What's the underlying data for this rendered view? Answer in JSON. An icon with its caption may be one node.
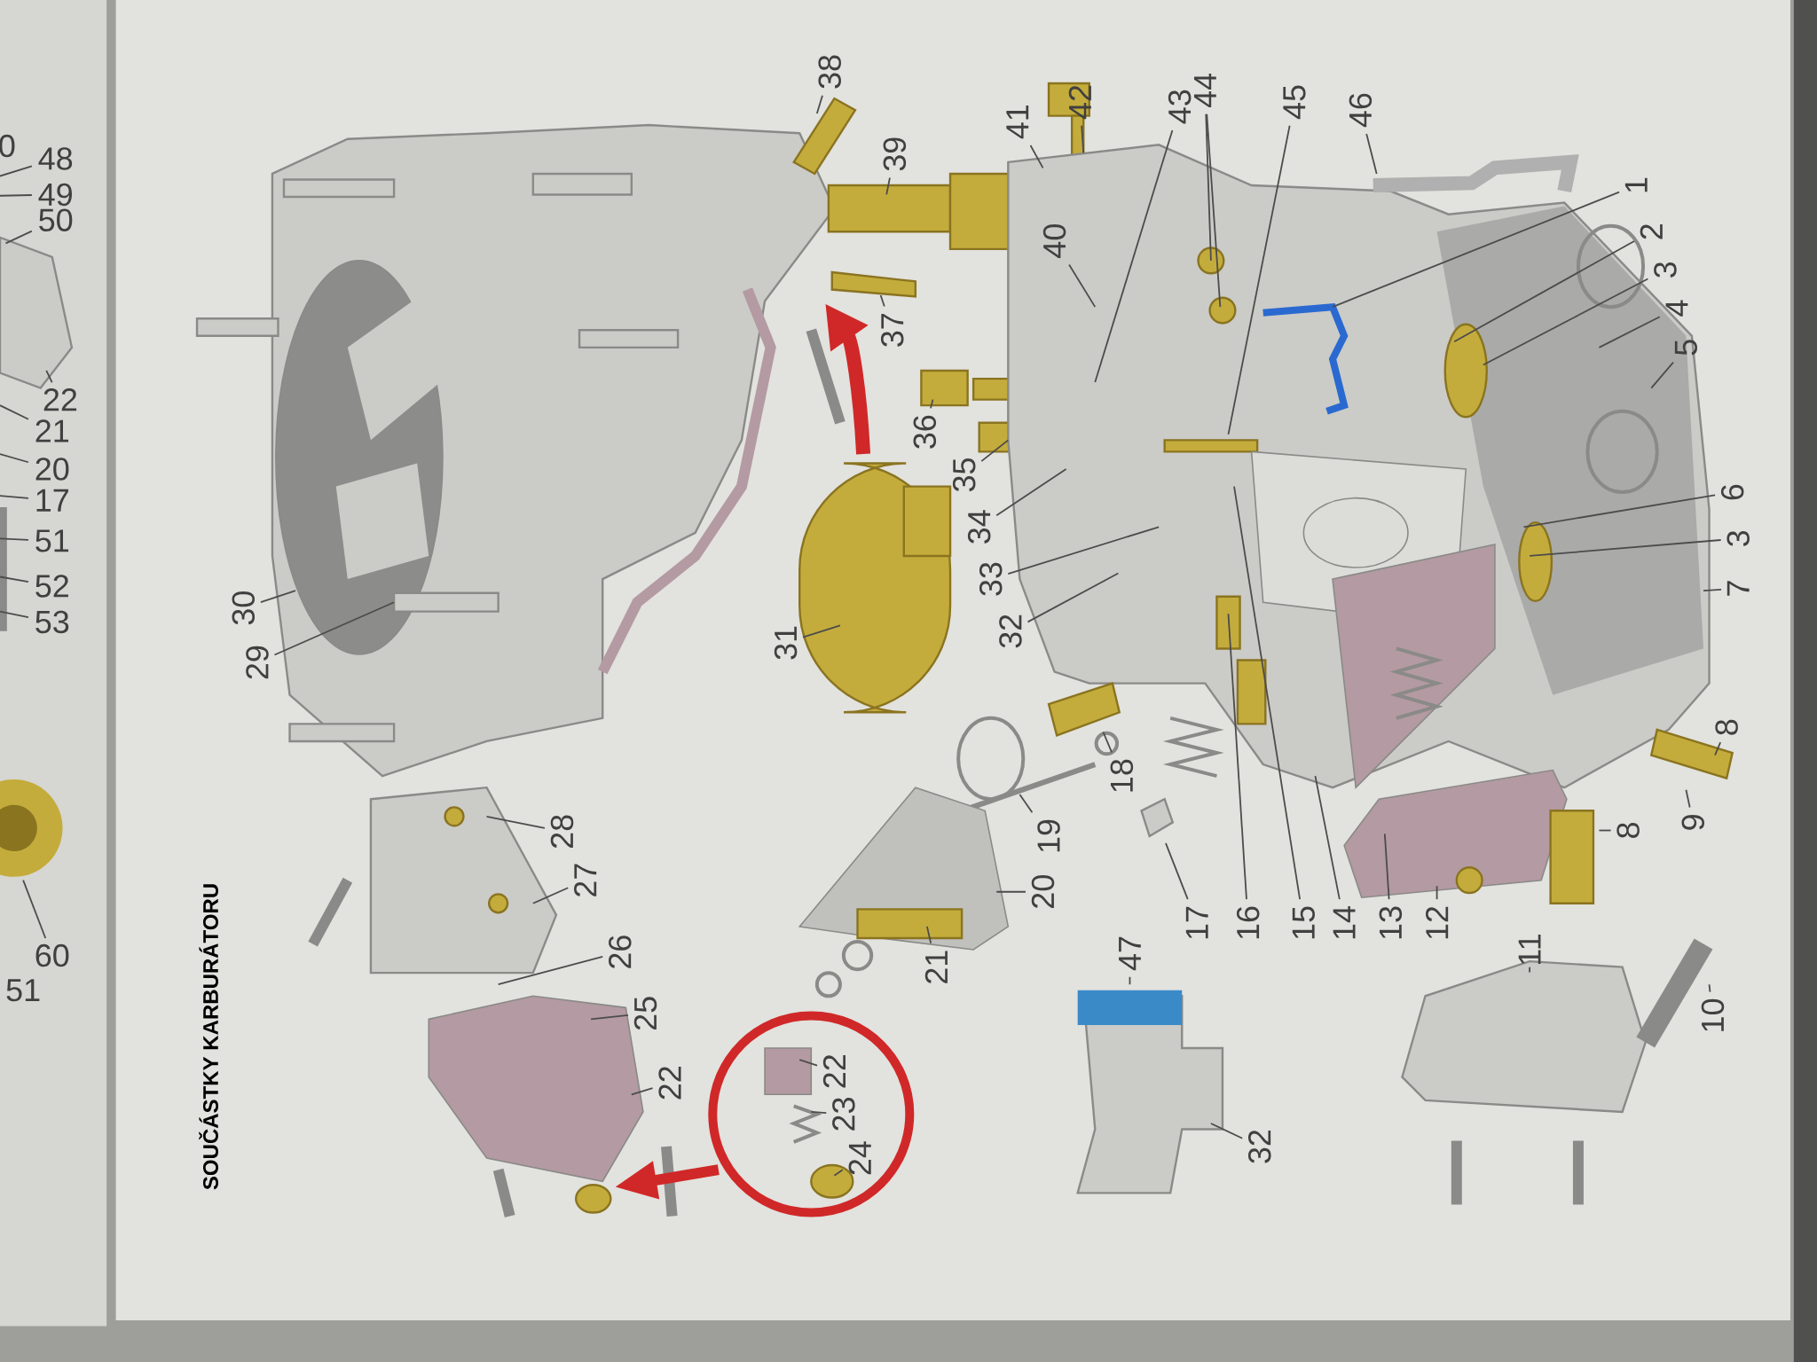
{
  "diagram": {
    "title": "SOUČÁSTKY KARBURÁTORU",
    "nodes": [
      {
        "text": [
          "38"
        ]
      },
      {
        "text": [
          "39"
        ]
      },
      {
        "text": [
          "37"
        ]
      },
      {
        "text": [
          "41"
        ]
      },
      {
        "text": [
          "42"
        ]
      },
      {
        "text": [
          "43"
        ]
      },
      {
        "text": [
          "44"
        ]
      },
      {
        "text": [
          "45"
        ]
      },
      {
        "text": [
          "46"
        ]
      },
      {
        "text": [
          "40"
        ]
      },
      {
        "text": [
          "1"
        ]
      },
      {
        "text": [
          "2"
        ]
      },
      {
        "text": [
          "3"
        ]
      },
      {
        "text": [
          "4"
        ]
      },
      {
        "text": [
          "5"
        ]
      },
      {
        "text": [
          "6"
        ]
      },
      {
        "text": [
          "3"
        ]
      },
      {
        "text": [
          "7"
        ]
      },
      {
        "text": [
          "8"
        ]
      },
      {
        "text": [
          "9"
        ]
      },
      {
        "text": [
          "8"
        ]
      },
      {
        "text": [
          "12"
        ]
      },
      {
        "text": [
          "13"
        ]
      },
      {
        "text": [
          "14"
        ]
      },
      {
        "text": [
          "15"
        ]
      },
      {
        "text": [
          "16"
        ]
      },
      {
        "text": [
          "17"
        ]
      },
      {
        "text": [
          "18"
        ]
      },
      {
        "text": [
          "19"
        ]
      },
      {
        "text": [
          "20"
        ]
      },
      {
        "text": [
          "21"
        ]
      },
      {
        "text": [
          "22"
        ]
      },
      {
        "text": [
          "23"
        ]
      },
      {
        "text": [
          "24"
        ]
      },
      {
        "text": [
          "25"
        ]
      },
      {
        "text": [
          "22"
        ]
      },
      {
        "text": [
          "26"
        ]
      },
      {
        "text": [
          "27"
        ]
      },
      {
        "text": [
          "28"
        ]
      },
      {
        "text": [
          "29"
        ]
      },
      {
        "text": [
          "30"
        ]
      },
      {
        "text": [
          "31"
        ]
      },
      {
        "text": [
          "32"
        ]
      },
      {
        "text": [
          "33"
        ]
      },
      {
        "text": [
          "34"
        ]
      },
      {
        "text": [
          "35"
        ]
      },
      {
        "text": [
          "36"
        ]
      },
      {
        "text": [
          "47"
        ]
      },
      {
        "text": [
          "32"
        ]
      },
      {
        "text": [
          "10"
        ]
      },
      {
        "text": [
          "11"
        ]
      },
      {
        "text": [
          "48"
        ]
      },
      {
        "text": [
          "49"
        ]
      },
      {
        "text": [
          "50"
        ]
      },
      {
        "text": [
          "22"
        ]
      },
      {
        "text": [
          "21"
        ]
      },
      {
        "text": [
          "20"
        ]
      },
      {
        "text": [
          "17"
        ]
      },
      {
        "text": [
          "51"
        ]
      },
      {
        "text": [
          "52"
        ]
      },
      {
        "text": [
          "53"
        ]
      },
      {
        "text": [
          "60"
        ]
      }
    ],
    "edges": [
      {
        "from": 0,
        "to": null,
        "arrow": "none"
      },
      {
        "from": 1,
        "to": null,
        "arrow": "none"
      },
      {
        "from": 2,
        "to": null,
        "arrow": "none"
      },
      {
        "from": 3,
        "to": null,
        "arrow": "none"
      },
      {
        "from": 4,
        "to": null,
        "arrow": "none"
      },
      {
        "from": 5,
        "to": null,
        "arrow": "none"
      },
      {
        "from": 6,
        "to": null,
        "arrow": "none"
      },
      {
        "from": 6,
        "to": null,
        "arrow": "none"
      },
      {
        "from": 7,
        "to": null,
        "arrow": "none"
      },
      {
        "from": 8,
        "to": null,
        "arrow": "none"
      },
      {
        "from": 9,
        "to": null,
        "arrow": "none"
      },
      {
        "from": 10,
        "to": null,
        "arrow": "none"
      },
      {
        "from": 11,
        "to": null,
        "arrow": "none"
      },
      {
        "from": 12,
        "to": null,
        "arrow": "none"
      },
      {
        "from": 13,
        "to": null,
        "arrow": "none"
      },
      {
        "from": 14,
        "to": null,
        "arrow": "none"
      },
      {
        "from": 15,
        "to": null,
        "arrow": "none"
      },
      {
        "from": 16,
        "to": null,
        "arrow": "none"
      },
      {
        "from": 17,
        "to": null,
        "arrow": "none"
      },
      {
        "from": 18,
        "to": null,
        "arrow": "none"
      },
      {
        "from": 19,
        "to": null,
        "arrow": "none"
      },
      {
        "from": 20,
        "to": null,
        "arrow": "none"
      },
      {
        "from": 21,
        "to": null,
        "arrow": "none"
      },
      {
        "from": 22,
        "to": null,
        "arrow": "none"
      },
      {
        "from": 23,
        "to": null,
        "arrow": "none"
      },
      {
        "from": 24,
        "to": null,
        "arrow": "none"
      },
      {
        "from": 25,
        "to": null,
        "arrow": "none"
      },
      {
        "from": 26,
        "to": null,
        "arrow": "none"
      },
      {
        "from": 27,
        "to": null,
        "arrow": "none"
      },
      {
        "from": 28,
        "to": null,
        "arrow": "none"
      },
      {
        "from": 29,
        "to": null,
        "arrow": "none"
      },
      {
        "from": 30,
        "to": null,
        "arrow": "none"
      },
      {
        "from": 31,
        "to": null,
        "arrow": "none"
      },
      {
        "from": 32,
        "to": null,
        "arrow": "none"
      },
      {
        "from": 33,
        "to": null,
        "arrow": "none"
      },
      {
        "from": 34,
        "to": null,
        "arrow": "none"
      },
      {
        "from": 35,
        "to": null,
        "arrow": "none"
      },
      {
        "from": 36,
        "to": null,
        "arrow": "none"
      },
      {
        "from": 37,
        "to": null,
        "arrow": "none"
      },
      {
        "from": 38,
        "to": null,
        "arrow": "none"
      },
      {
        "from": 39,
        "to": null,
        "arrow": "none"
      },
      {
        "from": 40,
        "to": null,
        "arrow": "none"
      },
      {
        "from": 41,
        "to": null,
        "arrow": "none"
      },
      {
        "from": 42,
        "to": null,
        "arrow": "none"
      },
      {
        "from": 43,
        "to": null,
        "arrow": "none"
      },
      {
        "from": 44,
        "to": null,
        "arrow": "none"
      },
      {
        "from": 45,
        "to": null,
        "arrow": "none"
      },
      {
        "from": 46,
        "to": null,
        "arrow": "none"
      },
      {
        "from": 47,
        "to": null,
        "arrow": "none"
      },
      {
        "from": 48,
        "to": null,
        "arrow": "none"
      },
      {
        "from": 49,
        "to": null,
        "arrow": "none"
      },
      {
        "from": 50,
        "to": null,
        "arrow": "none"
      },
      {
        "from": 51,
        "to": null,
        "arrow": "none"
      },
      {
        "from": 52,
        "to": null,
        "arrow": "none"
      },
      {
        "from": 53,
        "to": null,
        "arrow": "none"
      },
      {
        "from": 54,
        "to": null,
        "arrow": "none"
      },
      {
        "from": 55,
        "to": null,
        "arrow": "none"
      },
      {
        "from": 56,
        "to": null,
        "arrow": "none"
      },
      {
        "from": 57,
        "to": null,
        "arrow": "none"
      },
      {
        "from": 58,
        "to": null,
        "arrow": "none"
      },
      {
        "from": 59,
        "to": null,
        "arrow": "none"
      },
      {
        "from": 60,
        "to": null,
        "arrow": "none"
      },
      {
        "from": 61,
        "to": null,
        "arrow": "none"
      }
    ],
    "labels": [
      "0",
      "51"
    ]
  }
}
